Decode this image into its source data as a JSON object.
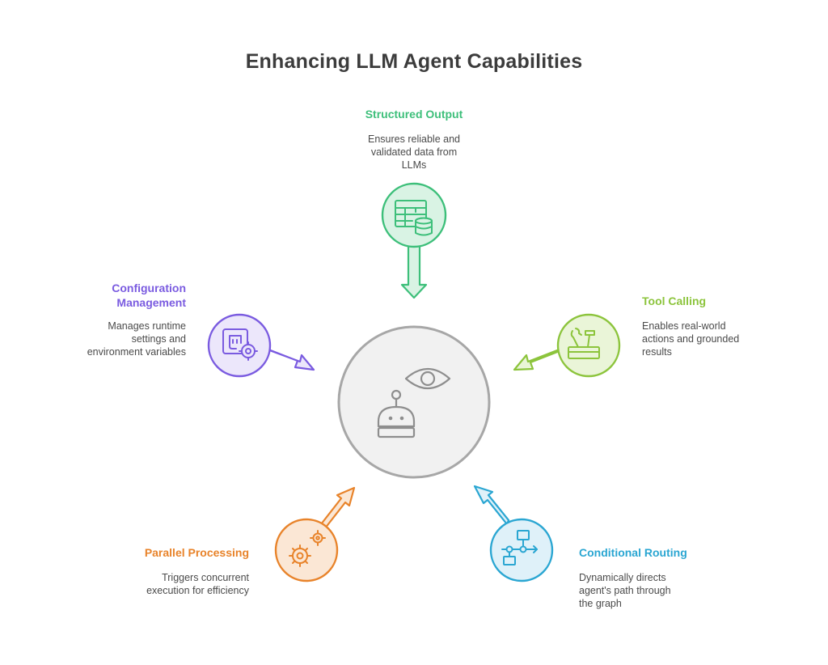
{
  "title": "Enhancing LLM Agent Capabilities",
  "colors": {
    "center_stroke": "#9e9e9e",
    "center_fill": "#f1f1f1",
    "structured": "#3dbf7a",
    "tool": "#8cc43c",
    "routing": "#2aa6d2",
    "parallel": "#e8832a",
    "config": "#7a5be0"
  },
  "center": {
    "icons": [
      "eye-icon",
      "robot-icon"
    ]
  },
  "nodes": [
    {
      "id": "structured-output",
      "title": "Structured Output",
      "description": [
        "Ensures reliable and",
        "validated data from",
        "LLMs"
      ],
      "icon": "table-database-icon"
    },
    {
      "id": "tool-calling",
      "title": "Tool Calling",
      "description": [
        "Enables real-world",
        "actions and grounded",
        "results"
      ],
      "icon": "toolbox-icon"
    },
    {
      "id": "conditional-routing",
      "title": "Conditional Routing",
      "description": [
        "Dynamically directs",
        "agent's path through",
        "the graph"
      ],
      "icon": "flowchart-icon"
    },
    {
      "id": "parallel-processing",
      "title": "Parallel Processing",
      "description": [
        "Triggers concurrent",
        "execution for efficiency"
      ],
      "icon": "gears-icon"
    },
    {
      "id": "configuration-management",
      "title": [
        "Configuration",
        "Management"
      ],
      "description": [
        "Manages runtime",
        "settings and",
        "environment variables"
      ],
      "icon": "settings-panel-icon"
    }
  ]
}
